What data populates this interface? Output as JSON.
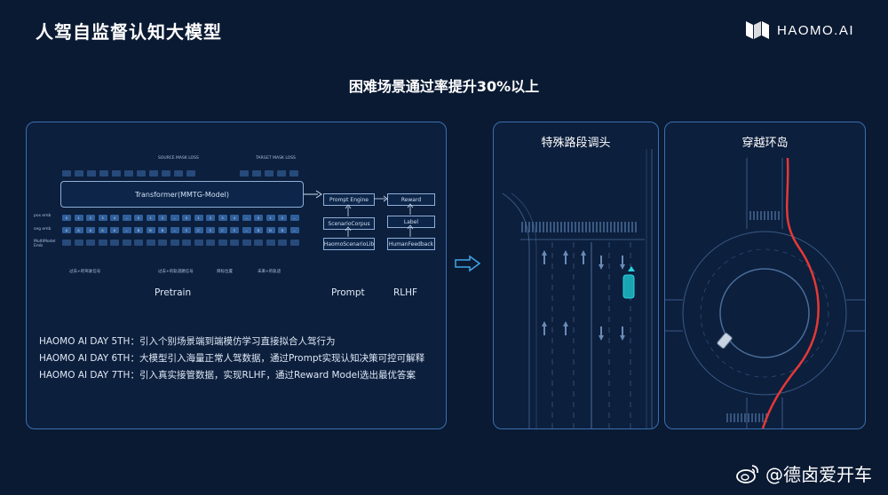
{
  "header": {
    "title": "人驾自监督认知大模型",
    "logo_text": "HAOMO.AI"
  },
  "subtitle": "困难场景通过率提升30%以上",
  "diagram": {
    "source_mask_loss": "SOURCE MASK LOSS",
    "target_mask_loss": "TARGET MASK LOSS",
    "transformer_label": "Transformer(MMTG-Model)",
    "row_labels": [
      "pos emb",
      "seg emb",
      "MultiModel Emb"
    ],
    "prompt_boxes": [
      "Prompt Engine",
      "ScenarioCorpus",
      "HaomoScenarioLib"
    ],
    "rlhf_boxes": [
      "Reward",
      "Label",
      "HumanFeedback"
    ],
    "bottom_captions": [
      "过去+的驾驶信号",
      "过去+的轨道路信号",
      "目标位置",
      "未来+的轨迹"
    ],
    "stage_labels": {
      "pretrain": "Pretrain",
      "prompt": "Prompt",
      "rlhf": "RLHF"
    },
    "pos_tokens": [
      "0",
      "1",
      "2",
      "3",
      "4",
      "…",
      "0",
      "1",
      "2",
      "…",
      "0",
      "1",
      "2",
      "3",
      "4",
      "…",
      "0",
      "1",
      "2",
      "…"
    ],
    "seg_tokens": [
      "A",
      "A",
      "A",
      "A",
      "A",
      "…",
      "B",
      "B",
      "B",
      "…",
      "C",
      "C",
      "C",
      "C",
      "C",
      "…",
      "D",
      "D",
      "D",
      "…"
    ]
  },
  "notes": [
    "HAOMO AI DAY 5TH：引入个别场景端到端模仿学习直接拟合人驾行为",
    "HAOMO AI DAY 6TH：大模型引入海量正常人驾数据，通过Prompt实现认知决策可控可解释",
    "HAOMO AI DAY 7TH：引入真实接管数据，实现RLHF，通过Reward Model选出最优答案"
  ],
  "scenes": [
    {
      "title": "特殊路段调头"
    },
    {
      "title": "穿越环岛"
    }
  ],
  "colors": {
    "background": "#0a1a33",
    "panel_border": "#3a6fb0",
    "accent_cyan": "#29d3e0",
    "route_red": "#e53935"
  },
  "watermark": "@德卤爱开车"
}
